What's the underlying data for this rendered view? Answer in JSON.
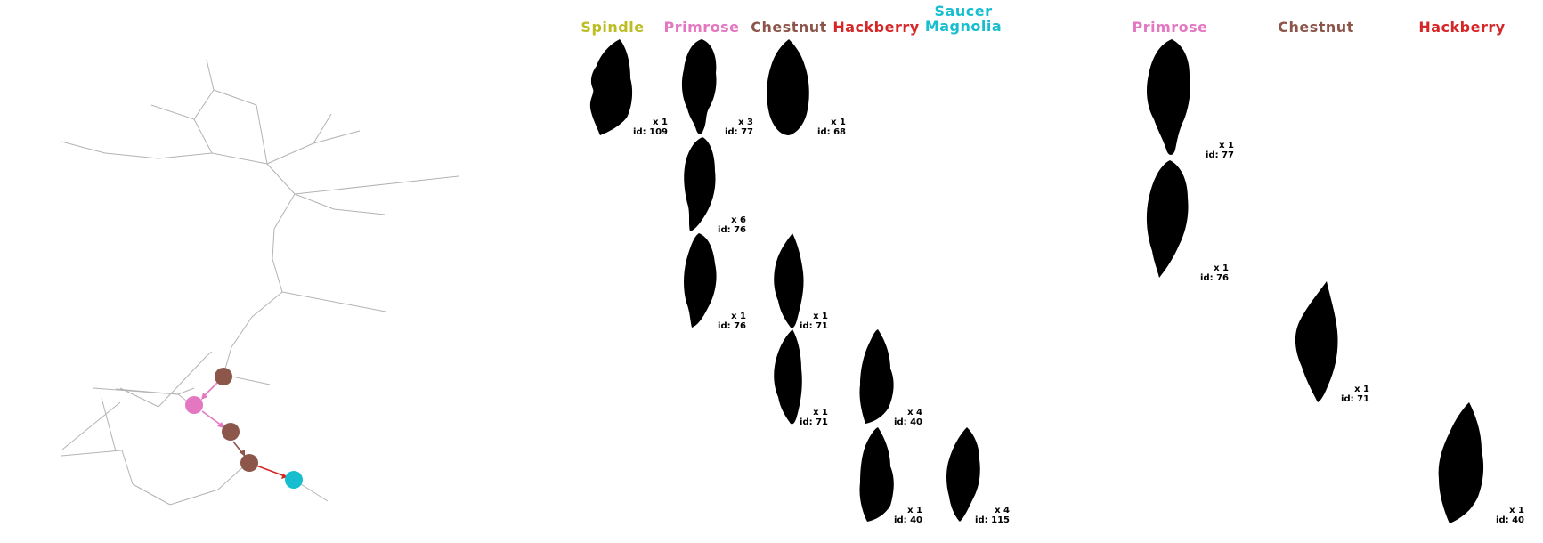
{
  "colors": {
    "spindle": "#bcbd22",
    "primrose": "#e377c2",
    "chestnut": "#8c564b",
    "hackberry": "#d62728",
    "saucer_magnolia": "#17becf",
    "tree_edge": "#b3b3b3",
    "leaf_fill": "#000000"
  },
  "tree": {
    "path_sequence": [
      "chestnut",
      "primrose",
      "chestnut",
      "chestnut",
      "saucer_magnolia"
    ],
    "arrow_colors": [
      "primrose",
      "primrose",
      "chestnut",
      "hackberry"
    ]
  },
  "left_panel": {
    "columns": [
      {
        "title": "Spindle",
        "color": "spindle"
      },
      {
        "title": "Primrose",
        "color": "primrose"
      },
      {
        "title": "Chestnut",
        "color": "chestnut"
      },
      {
        "title": "Hackberry",
        "color": "hackberry"
      },
      {
        "title": "Saucer\nMagnolia",
        "color": "saucer_magnolia"
      }
    ],
    "leaves": [
      {
        "column": "Spindle",
        "count": "x 1",
        "id": "id: 109"
      },
      {
        "column": "Primrose",
        "count": "x 3",
        "id": "id: 77"
      },
      {
        "column": "Chestnut",
        "count": "x 1",
        "id": "id: 68"
      },
      {
        "column": "Primrose",
        "count": "x 6",
        "id": "id: 76"
      },
      {
        "column": "Primrose",
        "count": "x 1",
        "id": "id: 76"
      },
      {
        "column": "Chestnut",
        "count": "x 1",
        "id": "id: 71"
      },
      {
        "column": "Chestnut",
        "count": "x 1",
        "id": "id: 71"
      },
      {
        "column": "Hackberry",
        "count": "x 4",
        "id": "id: 40"
      },
      {
        "column": "Hackberry",
        "count": "x 1",
        "id": "id: 40"
      },
      {
        "column": "Saucer Magnolia",
        "count": "x 4",
        "id": "id: 115"
      }
    ]
  },
  "right_panel": {
    "columns": [
      {
        "title": "Primrose",
        "color": "primrose"
      },
      {
        "title": "Chestnut",
        "color": "chestnut"
      },
      {
        "title": "Hackberry",
        "color": "hackberry"
      }
    ],
    "leaves": [
      {
        "column": "Primrose",
        "count": "x 1",
        "id": "id: 77"
      },
      {
        "column": "Primrose",
        "count": "x 1",
        "id": "id: 76"
      },
      {
        "column": "Chestnut",
        "count": "x 1",
        "id": "id: 71"
      },
      {
        "column": "Hackberry",
        "count": "x 1",
        "id": "id: 40"
      }
    ]
  }
}
